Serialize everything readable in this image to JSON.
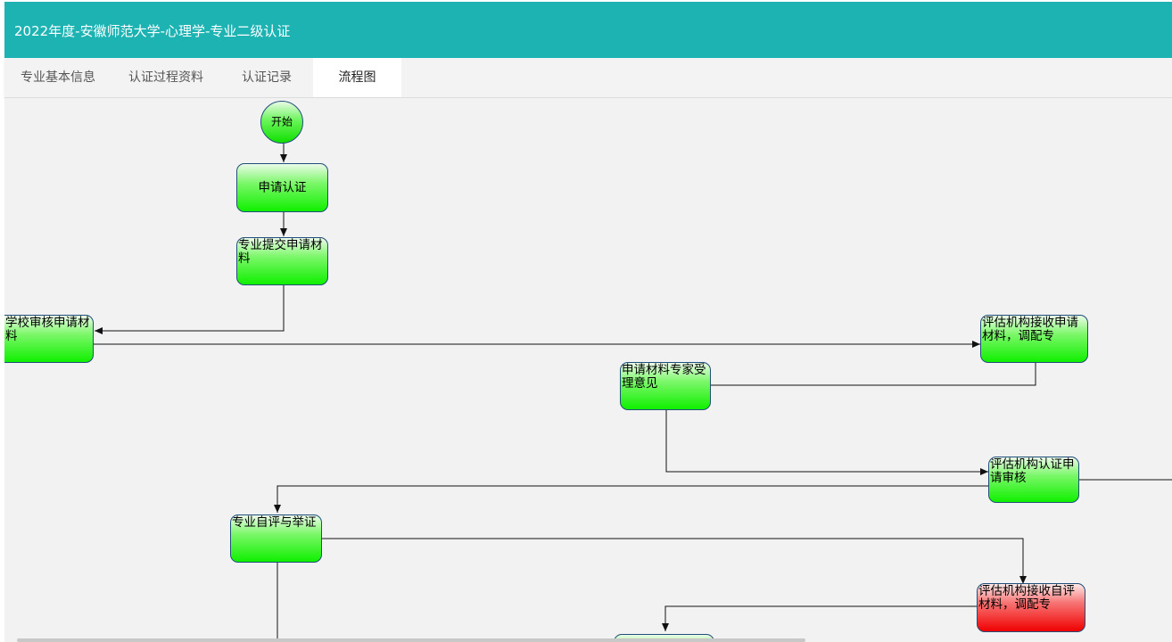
{
  "header": {
    "title": "2022年度-安徽师范大学-心理学-专业二级认证"
  },
  "tabs": [
    {
      "label": "专业基本信息"
    },
    {
      "label": "认证过程资料"
    },
    {
      "label": "认证记录"
    },
    {
      "label": "流程图"
    }
  ],
  "flow": {
    "start": "开始",
    "nodes": [
      {
        "label": "申请认证",
        "status": "done"
      },
      {
        "label": "专业提交申请材料",
        "status": "done"
      },
      {
        "label": "学校审核申请材料",
        "status": "done"
      },
      {
        "label": "评估机构接收申请材料，调配专",
        "status": "done"
      },
      {
        "label": "申请材料专家受理意见",
        "status": "done"
      },
      {
        "label": "评估机构认证申请审核",
        "status": "done"
      },
      {
        "label": "专业自评与举证",
        "status": "done"
      },
      {
        "label": "评估机构接收自评材料，调配专",
        "status": "current"
      }
    ]
  },
  "colors": {
    "header": "#1db3b3",
    "node_done": "#10f000",
    "node_current": "#f00000",
    "node_border": "#1f4f7a"
  }
}
